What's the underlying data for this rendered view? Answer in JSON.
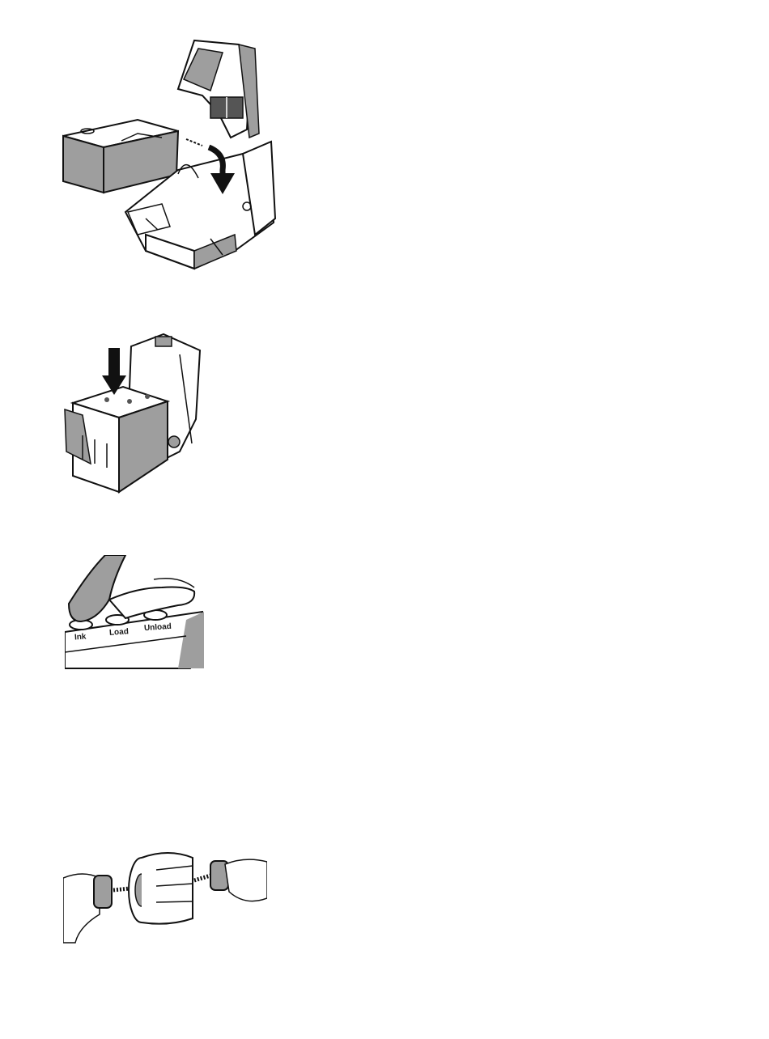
{
  "page": {
    "background": "#ffffff",
    "ink": "#111111",
    "shade": "#9e9e9e"
  },
  "figures": [
    {
      "name": "cartridge-install-open-carrier",
      "icon": "arrow-down-icon"
    },
    {
      "name": "cartridge-press-into-carrier",
      "icon": "arrow-down-icon"
    },
    {
      "name": "control-panel-buttons",
      "icon": "hand-icon"
    },
    {
      "name": "ribbon-roll-with-hubs",
      "icon": "spring-icon"
    }
  ],
  "control_panel": {
    "buttons": [
      {
        "label": "Ink"
      },
      {
        "label": "Load"
      },
      {
        "label": "Unload"
      }
    ]
  }
}
